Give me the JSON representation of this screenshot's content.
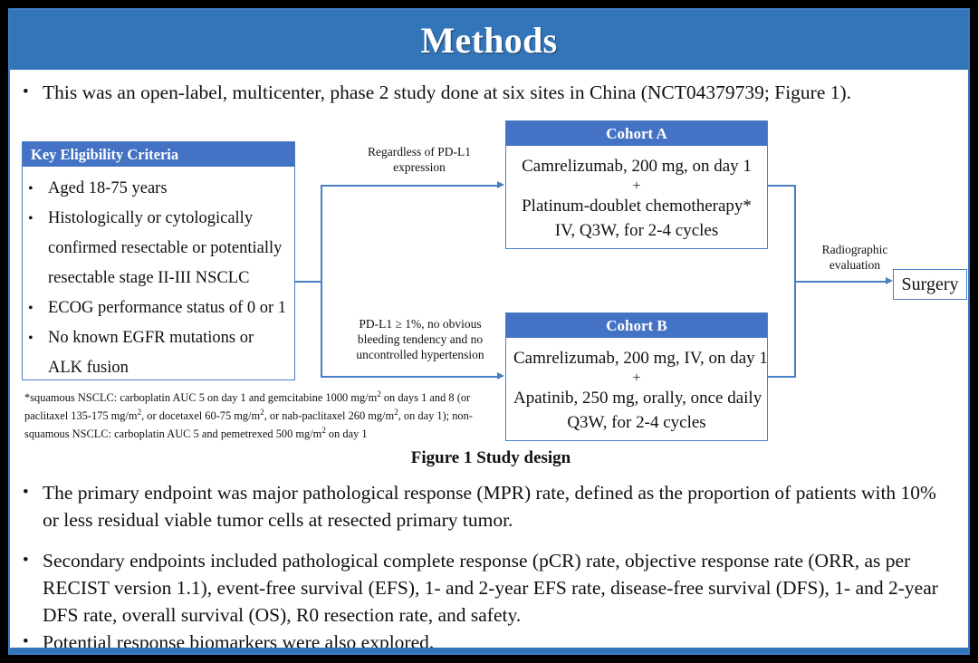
{
  "slide": {
    "title": "Methods",
    "accent_color": "#3275b8",
    "box_header_color": "#4472c4",
    "connector_color": "#4a7ec4",
    "bullet_glyph": "•"
  },
  "intro_bullet": "This was an open-label, multicenter, phase 2 study done at six sites in China (NCT04379739; Figure 1).",
  "diagram": {
    "eligibility": {
      "header": "Key  Eligibility Criteria",
      "items": [
        "Aged 18-75 years",
        "Histologically or cytologically confirmed resectable or potentially resectable stage II-III  NSCLC",
        "ECOG performance status of 0 or 1",
        "No known EGFR mutations or ALK fusion"
      ]
    },
    "footnote": {
      "line1_a": "*squamous NSCLC: carboplatin AUC 5 on day 1 and gemcitabine 1000 mg/m",
      "line1_sup": "2",
      "line1_b": " on days 1 and 8 (or",
      "line2_a": "paclitaxel 135-175  mg/m",
      "line2_sup1": "2",
      "line2_b": ", or docetaxel 60-75 mg/m",
      "line2_sup2": "2",
      "line2_c": ", or nab-paclitaxel 260 mg/m",
      "line2_sup3": "2",
      "line2_d": ", on day 1); non-",
      "line3_a": "squamous NSCLC: carboplatin AUC 5 and pemetrexed 500 mg/m",
      "line3_sup": "2",
      "line3_b": " on day 1"
    },
    "cohort_a": {
      "header": "Cohort A",
      "line1": "Camrelizumab, 200 mg, on day 1",
      "plus": "+",
      "line2": "Platinum-doublet chemotherapy*",
      "line3": "IV, Q3W, for 2-4 cycles"
    },
    "cohort_b": {
      "header": "Cohort B",
      "line1": "Camrelizumab, 200 mg, IV, on day 1",
      "plus": "+",
      "line2": "Apatinib, 250 mg, orally, once daily",
      "line3": "Q3W, for 2-4 cycles"
    },
    "labels": {
      "regardless_line1": "Regardless  of PD-L1",
      "regardless_line2": "expression",
      "pdl1_line1": "PD-L1 ≥ 1%, no obvious",
      "pdl1_line2": "bleeding tendency  and no",
      "pdl1_line3": "uncontrolled  hypertension",
      "radiographic_line1": "Radiographic",
      "radiographic_line2": "evaluation"
    },
    "surgery": "Surgery",
    "caption": "Figure 1 Study design"
  },
  "bottom_bullets": [
    "The primary endpoint was major pathological response (MPR) rate, defined as the proportion of patients with 10% or less residual viable tumor cells at resected primary tumor.",
    "Secondary endpoints included pathological complete response (pCR) rate, objective response rate (ORR, as per RECIST version 1.1), event-free survival (EFS), 1- and 2-year EFS rate, disease-free survival (DFS), 1- and 2-year DFS rate, overall survival (OS), R0 resection rate, and safety.",
    "Potential response biomarkers were also explored."
  ]
}
